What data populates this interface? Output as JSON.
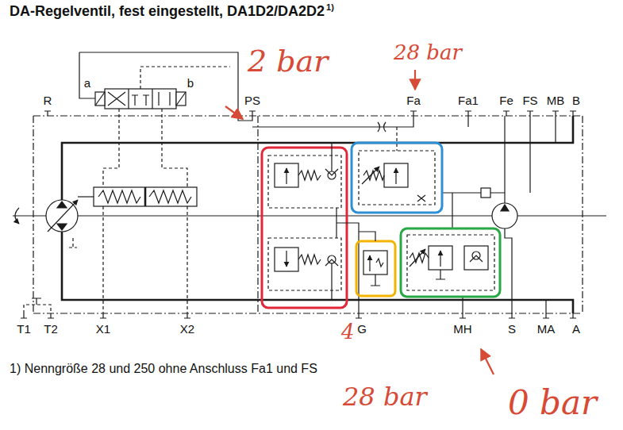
{
  "diagram": {
    "title": "DA-Regelventil, fest eingestellt, DA1D2/DA2D2",
    "caption": "1) Nenngröße 28 und 250 ohne Anschluss Fa1 und FS",
    "labels": [
      "a",
      "b",
      "R",
      "PS",
      "Fa",
      "Fa1",
      "Fe",
      "FS",
      "MB",
      "B",
      "T1",
      "T2",
      "X1",
      "X2",
      "G",
      "MH",
      "S",
      "MA",
      "A",
      "1)",
      "2 bar",
      "28 bar",
      "4",
      "28 bar",
      "0 bar"
    ]
  }
}
